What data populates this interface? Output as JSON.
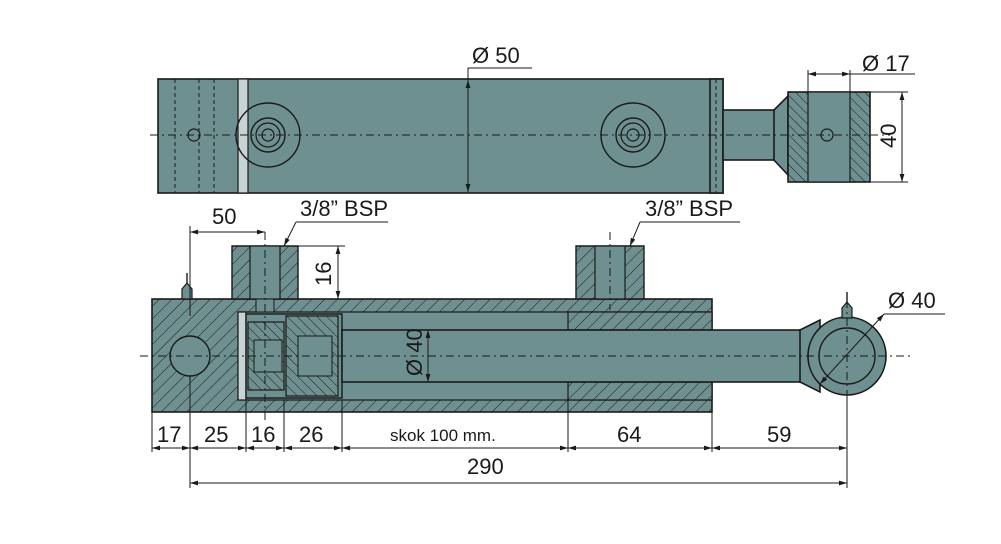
{
  "top_view": {
    "barrel_diameter": "Ø 50",
    "pin_bore_diameter": "Ø 17",
    "rod_eye_width": "40"
  },
  "section_view": {
    "port_offset": "50",
    "port_thread_left": "3/8” BSP",
    "port_thread_right": "3/8” BSP",
    "port_boss_height": "16",
    "rod_diameter": "Ø 40",
    "eye_diameter": "Ø 40",
    "segments": [
      "17",
      "25",
      "16",
      "26",
      "skok 100 mm.",
      "64",
      "59"
    ],
    "overall_length": "290"
  },
  "colors": {
    "steel": "#6f9090",
    "steel_dark": "#5f7f7f",
    "line": "#1a1a1a"
  }
}
